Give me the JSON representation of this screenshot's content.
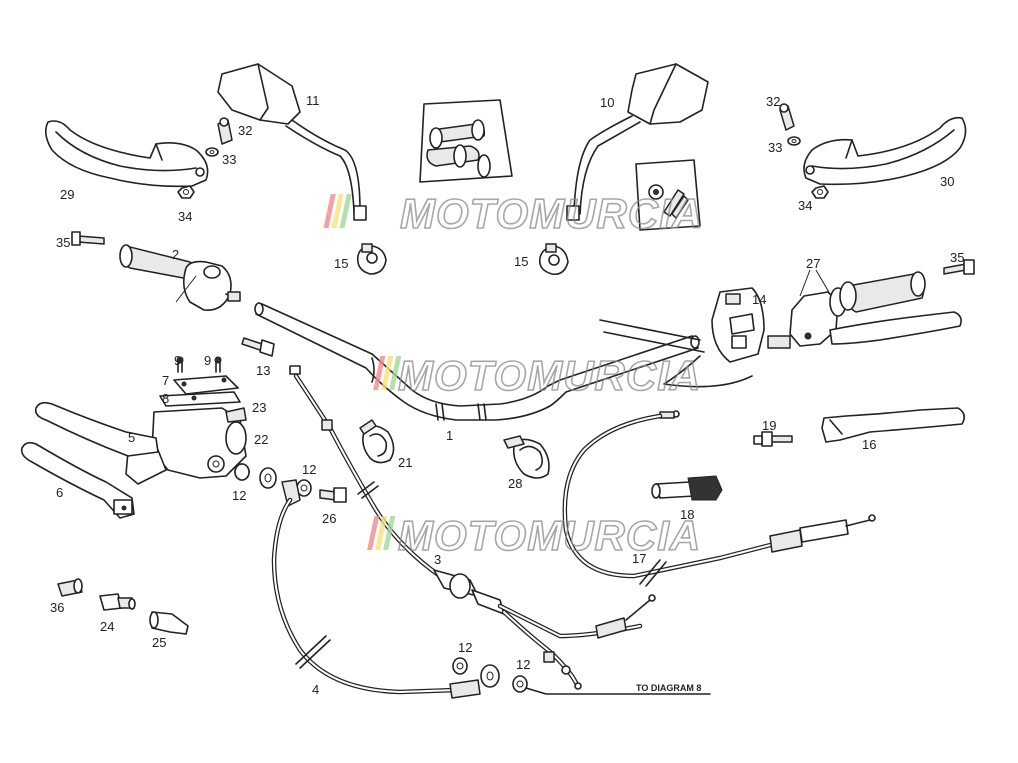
{
  "diagram": {
    "labels": {
      "p1": "1",
      "p2": "2",
      "p3": "3",
      "p4": "4",
      "p5": "5",
      "p6": "6",
      "p7": "7",
      "p8": "8",
      "p9a": "9",
      "p9b": "9",
      "p10": "10",
      "p11": "11",
      "p12a": "12",
      "p12b": "12",
      "p12c": "12",
      "p12d": "12",
      "p13": "13",
      "p14": "14",
      "p15a": "15",
      "p15b": "15",
      "p16": "16",
      "p17": "17",
      "p18": "18",
      "p19": "19",
      "p21": "21",
      "p22": "22",
      "p23": "23",
      "p24": "24",
      "p25": "25",
      "p26": "26",
      "p27": "27",
      "p28": "28",
      "p29": "29",
      "p30": "30",
      "p32a": "32",
      "p32b": "32",
      "p33a": "33",
      "p33b": "33",
      "p34a": "34",
      "p34b": "34",
      "p35a": "35",
      "p35b": "35",
      "p36": "36"
    },
    "note": "TO DIAGRAM 8",
    "watermark": "MOTOMURCIA"
  }
}
